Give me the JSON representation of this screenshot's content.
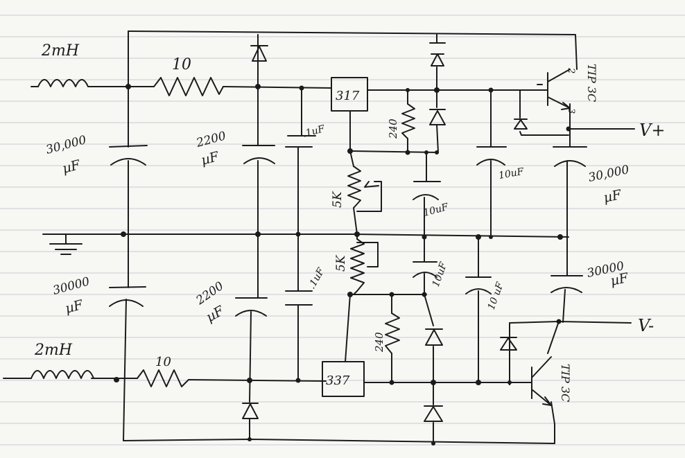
{
  "labels": {
    "inductor_top": "2mH",
    "resistor_top": "10",
    "cap_main_top_value": "30,000",
    "cap_main_top_unit": "µF",
    "cap_mid_top_value": "2200",
    "cap_mid_top_unit": "µF",
    "cap_small_top": ".1uF",
    "reg_top": "317",
    "res240_top": "240",
    "pot_top": "5K",
    "cap_10_a": "10uF",
    "cap_10_b": "10uF",
    "trans_top": "TIP 3C",
    "out_pos": "V+",
    "cap_out_top_value": "30,000",
    "cap_out_top_unit": "µF",
    "inductor_bot": "2mH",
    "resistor_bot": "10",
    "cap_main_bot_value": "30000",
    "cap_main_bot_unit": "µF",
    "cap_mid_bot_value": "2200",
    "cap_mid_bot_unit": "µF",
    "cap_small_bot": ".1uF",
    "pot_bot": "5K",
    "res240_bot": "240",
    "reg_bot": "337",
    "cap_10_c": "10uF",
    "cap_10_d": "10 uF",
    "cap_out_bot_value": "30000",
    "cap_out_bot_unit": "µF",
    "out_neg": "V-",
    "trans_bot": "TIP 3C",
    "pin_2": "2",
    "pin_3": "3"
  },
  "colors": {
    "ink": "#1b1b1b",
    "paper": "#f7f7f4",
    "rule": "#c8cbcf"
  }
}
